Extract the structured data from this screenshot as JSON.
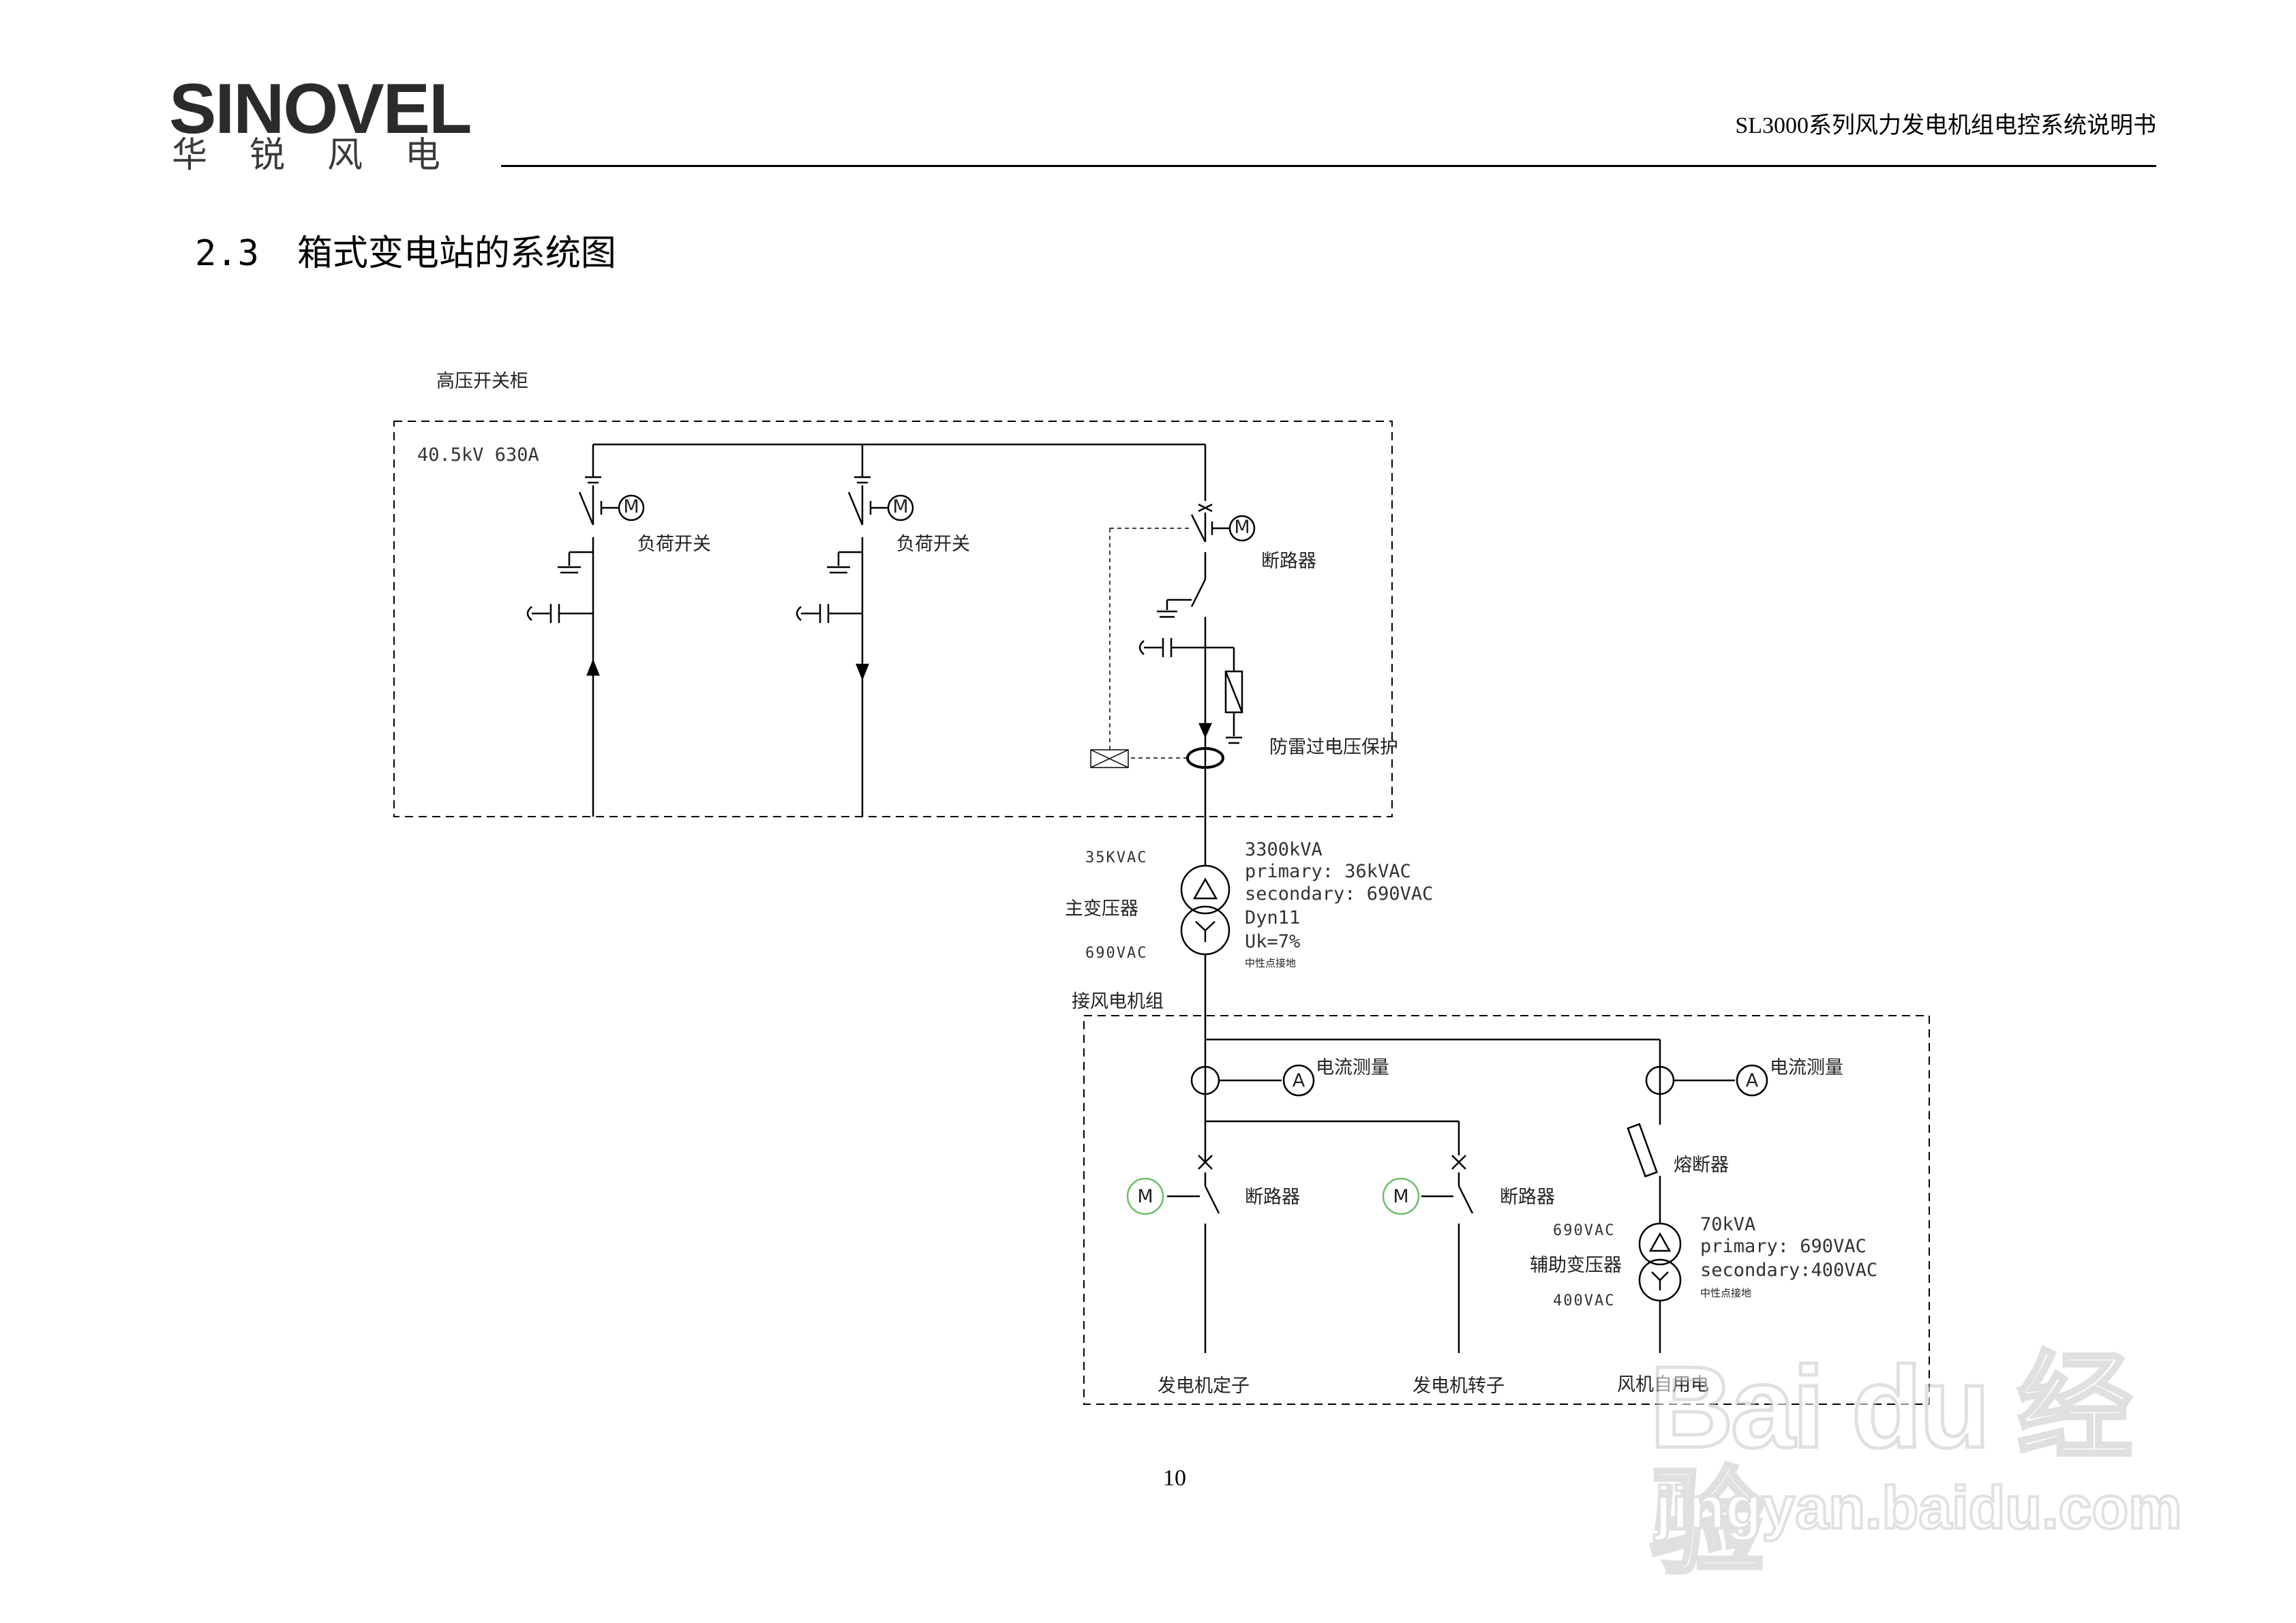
{
  "header": {
    "logo_text": "SINOVEL",
    "logo_subtitle": "华锐风电",
    "doc_title": "SL3000系列风力发电机组电控系统说明书"
  },
  "section": {
    "number": "2.3",
    "title": "箱式变电站的系统图"
  },
  "diagram": {
    "hv_cabinet": {
      "label": "高压开关柜",
      "rating": "40.5kV 630A",
      "load_switch_1": "负荷开关",
      "load_switch_2": "负荷开关",
      "breaker": "断路器",
      "surge_protection": "防雷过电压保护",
      "motor_symbol": "M"
    },
    "main_transformer": {
      "label": "主变压器",
      "hv_voltage": "35KVAC",
      "lv_voltage": "690VAC",
      "rating": "3300kVA",
      "primary": "primary: 36kVAC",
      "secondary": "secondary: 690VAC",
      "vector_group": "Dyn11",
      "impedance": "Uk=7%",
      "neutral_note": "中性点接地"
    },
    "turbine_group": {
      "label": "接风电机组",
      "current_measure": "电流测量",
      "voltage_measure": "电流测量",
      "ammeter_symbol": "A",
      "motor_symbol": "M",
      "breaker_1": "断路器",
      "breaker_2": "断路器",
      "fuse": "熔断器",
      "aux_transformer": {
        "label": "辅助变压器",
        "hv_voltage": "690VAC",
        "lv_voltage": "400VAC",
        "rating": "70kVA",
        "primary": "primary: 690VAC",
        "secondary": "secondary:400VAC",
        "neutral_note": "中性点接地"
      },
      "out_stator": "发电机定子",
      "out_rotor": "发电机转子",
      "out_aux": "风机自用电"
    }
  },
  "page_number": "10",
  "watermark": {
    "main": "Bai du 经验",
    "sub": "jingyan.baidu.com"
  }
}
